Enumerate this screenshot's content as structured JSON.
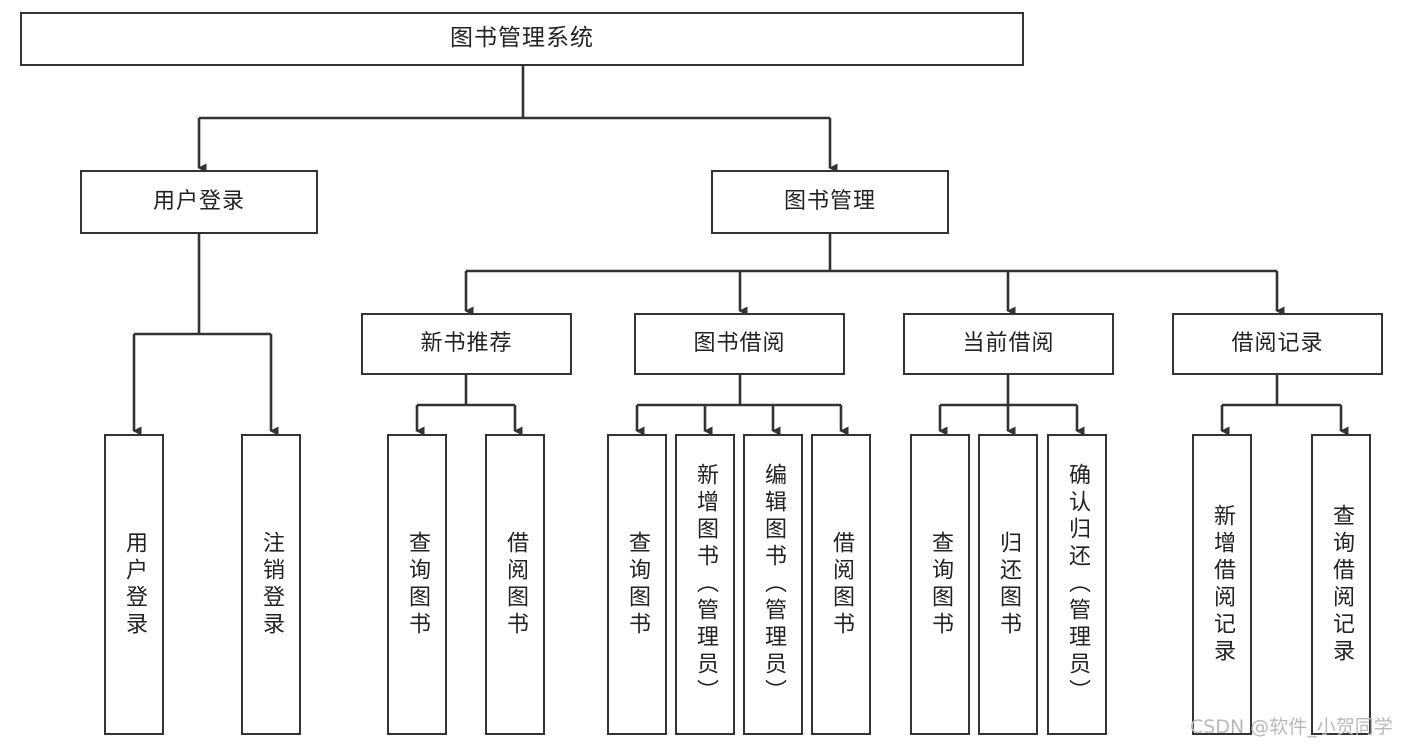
{
  "diagram": {
    "title": "图书管理系统",
    "type": "hierarchy-tree",
    "root": {
      "id": "root",
      "label": "图书管理系统"
    },
    "level1": [
      {
        "id": "user-login",
        "label": "用户登录"
      },
      {
        "id": "book-manage",
        "label": "图书管理"
      }
    ],
    "level2": [
      {
        "id": "new-book-recommend",
        "label": "新书推荐"
      },
      {
        "id": "book-borrow",
        "label": "图书借阅"
      },
      {
        "id": "current-borrow",
        "label": "当前借阅"
      },
      {
        "id": "borrow-record",
        "label": "借阅记录"
      }
    ],
    "leaves": {
      "user_login": [
        {
          "id": "leaf-user-login",
          "label": "用户登录"
        },
        {
          "id": "leaf-logout-login",
          "label": "注销登录"
        }
      ],
      "new_book_recommend": [
        {
          "id": "leaf-query-book-1",
          "label": "查询图书"
        },
        {
          "id": "leaf-borrow-book-1",
          "label": "借阅图书"
        }
      ],
      "book_borrow": [
        {
          "id": "leaf-query-book-2",
          "label": "查询图书"
        },
        {
          "id": "leaf-add-book",
          "label": "新增图书（管理员）"
        },
        {
          "id": "leaf-edit-book",
          "label": "编辑图书（管理员）"
        },
        {
          "id": "leaf-borrow-book-2",
          "label": "借阅图书"
        }
      ],
      "current_borrow": [
        {
          "id": "leaf-query-book-3",
          "label": "查询图书"
        },
        {
          "id": "leaf-return-book",
          "label": "归还图书"
        },
        {
          "id": "leaf-confirm-return",
          "label": "确认归还（管理员）"
        }
      ],
      "borrow_record": [
        {
          "id": "leaf-add-record",
          "label": "新增借阅记录"
        },
        {
          "id": "leaf-query-record",
          "label": "查询借阅记录"
        }
      ]
    }
  },
  "watermark": {
    "text": "CSDN @软件_小贺同学"
  },
  "colors": {
    "stroke": "#333333",
    "box_fill": "#ffffff",
    "text": "#222222",
    "watermark": "#b9b9b9",
    "background": "#ffffff"
  }
}
